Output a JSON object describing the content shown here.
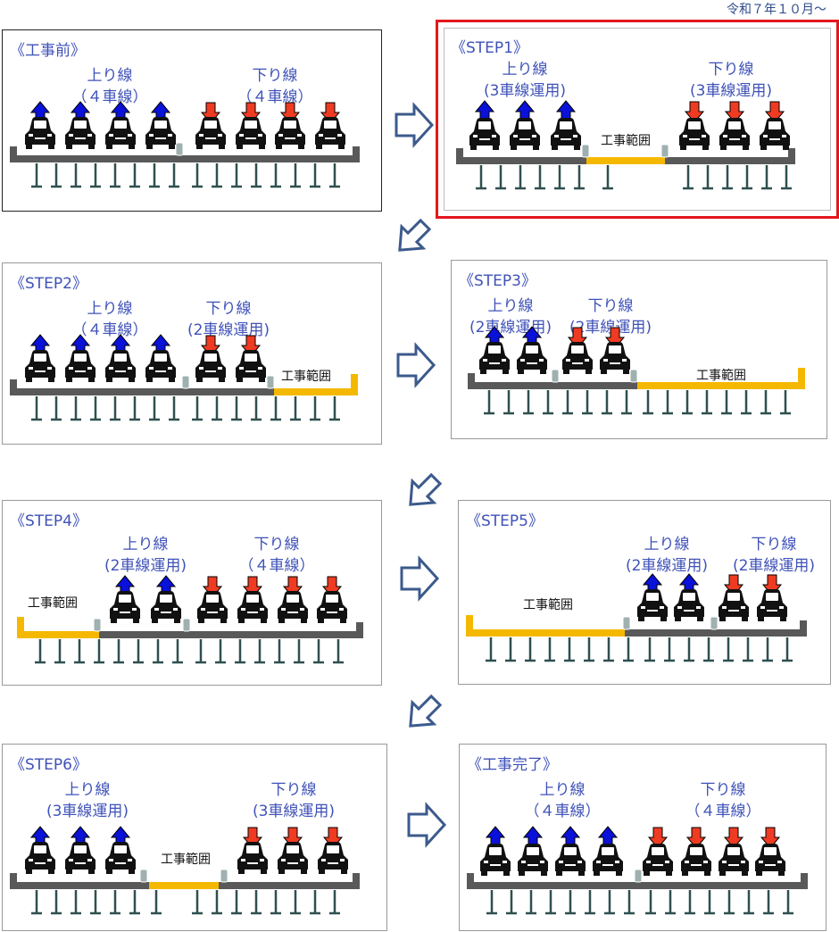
{
  "date_label": "令和７年１０月～",
  "work_zone_label": "工事範囲",
  "colors": {
    "up": "#0a11d8",
    "down": "#ef3b22",
    "road": "#595959",
    "work": "#f5b800",
    "pier": "#2f4f4f",
    "divider": "#9fb0b0",
    "title": "#3f52b8",
    "highlight": "#e5161d"
  },
  "panels": [
    {
      "id": "before",
      "title": "《工事前》",
      "up": {
        "label": "上り線",
        "sub": "（４車線）",
        "cars": 4
      },
      "down": {
        "label": "下り線",
        "sub": "（４車線）",
        "cars": 4
      },
      "work": "none"
    },
    {
      "id": "step1",
      "title": "《STEP1》",
      "highlight": true,
      "up": {
        "label": "上り線",
        "sub": "(3車線運用)",
        "cars": 3
      },
      "down": {
        "label": "下り線",
        "sub": "(3車線運用)",
        "cars": 3
      },
      "work": "middle"
    },
    {
      "id": "step2",
      "title": "《STEP2》",
      "up": {
        "label": "上り線",
        "sub": "（４車線）",
        "cars": 4
      },
      "down": {
        "label": "下り線",
        "sub": "(2車線運用)",
        "cars": 2
      },
      "work": "right"
    },
    {
      "id": "step3",
      "title": "《STEP3》",
      "up": {
        "label": "上り線",
        "sub": "(2車線運用)",
        "cars": 2
      },
      "down": {
        "label": "下り線",
        "sub": "(2車線運用)",
        "cars": 2
      },
      "work": "right"
    },
    {
      "id": "step4",
      "title": "《STEP4》",
      "up": {
        "label": "上り線",
        "sub": "(2車線運用)",
        "cars": 2
      },
      "down": {
        "label": "下り線",
        "sub": "（４車線）",
        "cars": 4
      },
      "work": "left"
    },
    {
      "id": "step5",
      "title": "《STEP5》",
      "up": {
        "label": "上り線",
        "sub": "(2車線運用)",
        "cars": 2
      },
      "down": {
        "label": "下り線",
        "sub": "(2車線運用)",
        "cars": 2
      },
      "work": "left"
    },
    {
      "id": "step6",
      "title": "《STEP6》",
      "up": {
        "label": "上り線",
        "sub": "(3車線運用)",
        "cars": 3
      },
      "down": {
        "label": "下り線",
        "sub": "(3車線運用)",
        "cars": 3
      },
      "work": "middle"
    },
    {
      "id": "complete",
      "title": "《工事完了》",
      "up": {
        "label": "上り線",
        "sub": "（４車線）",
        "cars": 4
      },
      "down": {
        "label": "下り線",
        "sub": "（４車線）",
        "cars": 4
      },
      "work": "none"
    }
  ]
}
